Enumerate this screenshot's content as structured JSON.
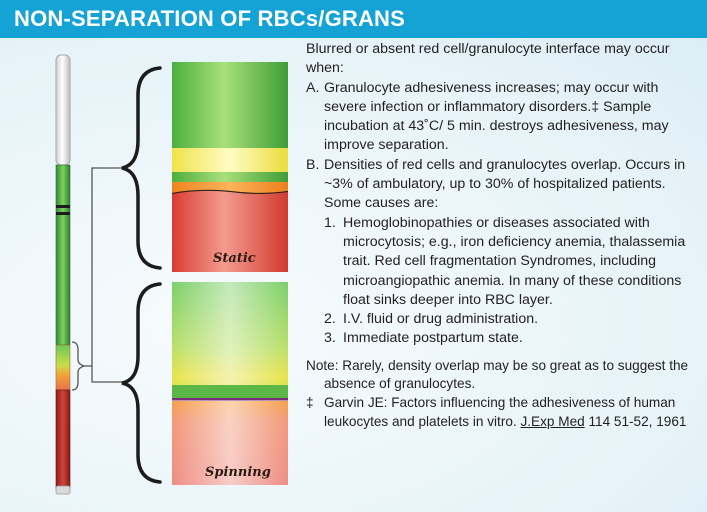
{
  "header": {
    "title": "NON-SEPARATION OF RBCs/GRANS"
  },
  "illustration": {
    "static_label": "Static",
    "spinning_label": "Spinning"
  },
  "body": {
    "intro": "Blurred or absent red cell/granulocyte interface may occur when:",
    "item_a": {
      "marker": "A.",
      "text": "Granulocyte adhesiveness increases; may occur with severe infection or inflammatory disorders.‡ Sample incubation at 43˚C/ 5 min. destroys adhesiveness, may improve separation."
    },
    "item_b": {
      "marker": "B.",
      "text": "Densities of red cells and granulocytes overlap. Occurs in ~3% of ambulatory, up to 30% of hospitalized patients. Some causes are:",
      "sub_items": [
        {
          "marker": "1.",
          "text": "Hemoglobinopathies or diseases associated with microcytosis; e.g., iron deficiency anemia, thalassemia trait. Red cell fragmentation Syndromes, including microangiopathic anemia. In many of these conditions float sinks deeper into RBC layer."
        },
        {
          "marker": "2.",
          "text": "I.V. fluid or drug administration."
        },
        {
          "marker": "3.",
          "text": "Immediate postpartum state."
        }
      ]
    }
  },
  "notes": {
    "note": "Note: Rarely, density overlap may be so great as to suggest the absence of granulocytes.",
    "footnote_marker": "‡",
    "footnote_text_before": "Garvin JE: Factors influencing the adhesiveness of human leukocytes and platelets in vitro. ",
    "footnote_journal": "J.Exp Med",
    "footnote_text_after": " 114 51-52, 1961"
  },
  "colors": {
    "title_bar": "#15a3d6",
    "granulocyte_layer": "#3fae3f",
    "buffy_band": "#f4ea3c",
    "red_cell_layer": "#d63a32",
    "orange_band": "#f39323",
    "plasma_tube": "#e8e8e8"
  }
}
